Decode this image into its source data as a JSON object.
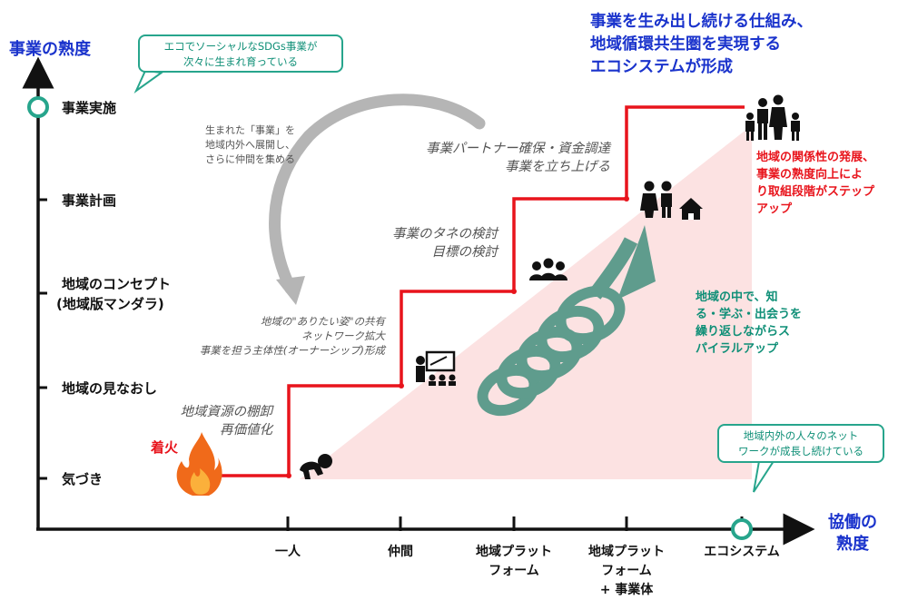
{
  "y_axis": {
    "title": "事業の熟度",
    "levels": [
      "事業実施",
      "事業計画",
      "地域のコンセプト",
      "(地域版マンダラ)",
      "地域の見なおし",
      "気づき"
    ]
  },
  "x_axis": {
    "title_line1": "協働の",
    "title_line2": "熟度",
    "stages": [
      "一人",
      "仲間",
      "地域プラット",
      "フォーム",
      "地域プラット",
      "フォーム",
      "+ 事業体",
      "エコシステム"
    ]
  },
  "callout_top": {
    "line1": "エコでソーシャルなSDGs事業が",
    "line2": "次々に生まれ育っている"
  },
  "callout_bottom": {
    "line1": "地域内外の人々のネット",
    "line2": "ワークが成長し続けている"
  },
  "headline": {
    "line1": "事業を生み出し続ける仕組み、",
    "line2": "地域循環共生圏を実現する",
    "line3": "エコシステムが形成"
  },
  "spread_note": {
    "line1": "生まれた「事業」を",
    "line2": "地域内外へ展開し、",
    "line3": "さらに仲間を集める"
  },
  "steps": {
    "s1": {
      "line1": "地域資源の棚卸",
      "line2": "再価値化"
    },
    "s2": {
      "line1": "地域の\"ありたい姿\"の共有",
      "line2": "ネットワーク拡大",
      "line3": "事業を担う主体性(オーナーシップ)形成"
    },
    "s3": {
      "line1": "事業のタネの検討",
      "line2": "目標の検討"
    },
    "s4": {
      "line1": "事業パートナー確保・資金調達",
      "line2": "事業を立ち上げる"
    }
  },
  "ignition": "着火",
  "red_note": {
    "line1": "地域の関係性の発展、",
    "line2": "事業の熟度向上によ",
    "line3": "り取組段階がステップ",
    "line4": "アップ"
  },
  "spiral_note": {
    "line1": "地域の中で、知",
    "line2": "る・学ぶ・出会うを",
    "line3": "繰り返しながらス",
    "line4": "パイラルアップ"
  },
  "colors": {
    "axis": "#111111",
    "stair": "#e8141c",
    "triangle": "#fce2e2",
    "teal": "#27a58c",
    "spiral": "#5f9c8d",
    "arrow_gray": "#b0b0b0",
    "blue": "#1a33cc"
  },
  "icons": [
    "fire-icon",
    "crawling-baby-icon",
    "teacher-presentation-icon",
    "group-icon",
    "couple-house-icon",
    "family-icon",
    "spiral-arrow-icon",
    "curved-arrow-icon"
  ]
}
